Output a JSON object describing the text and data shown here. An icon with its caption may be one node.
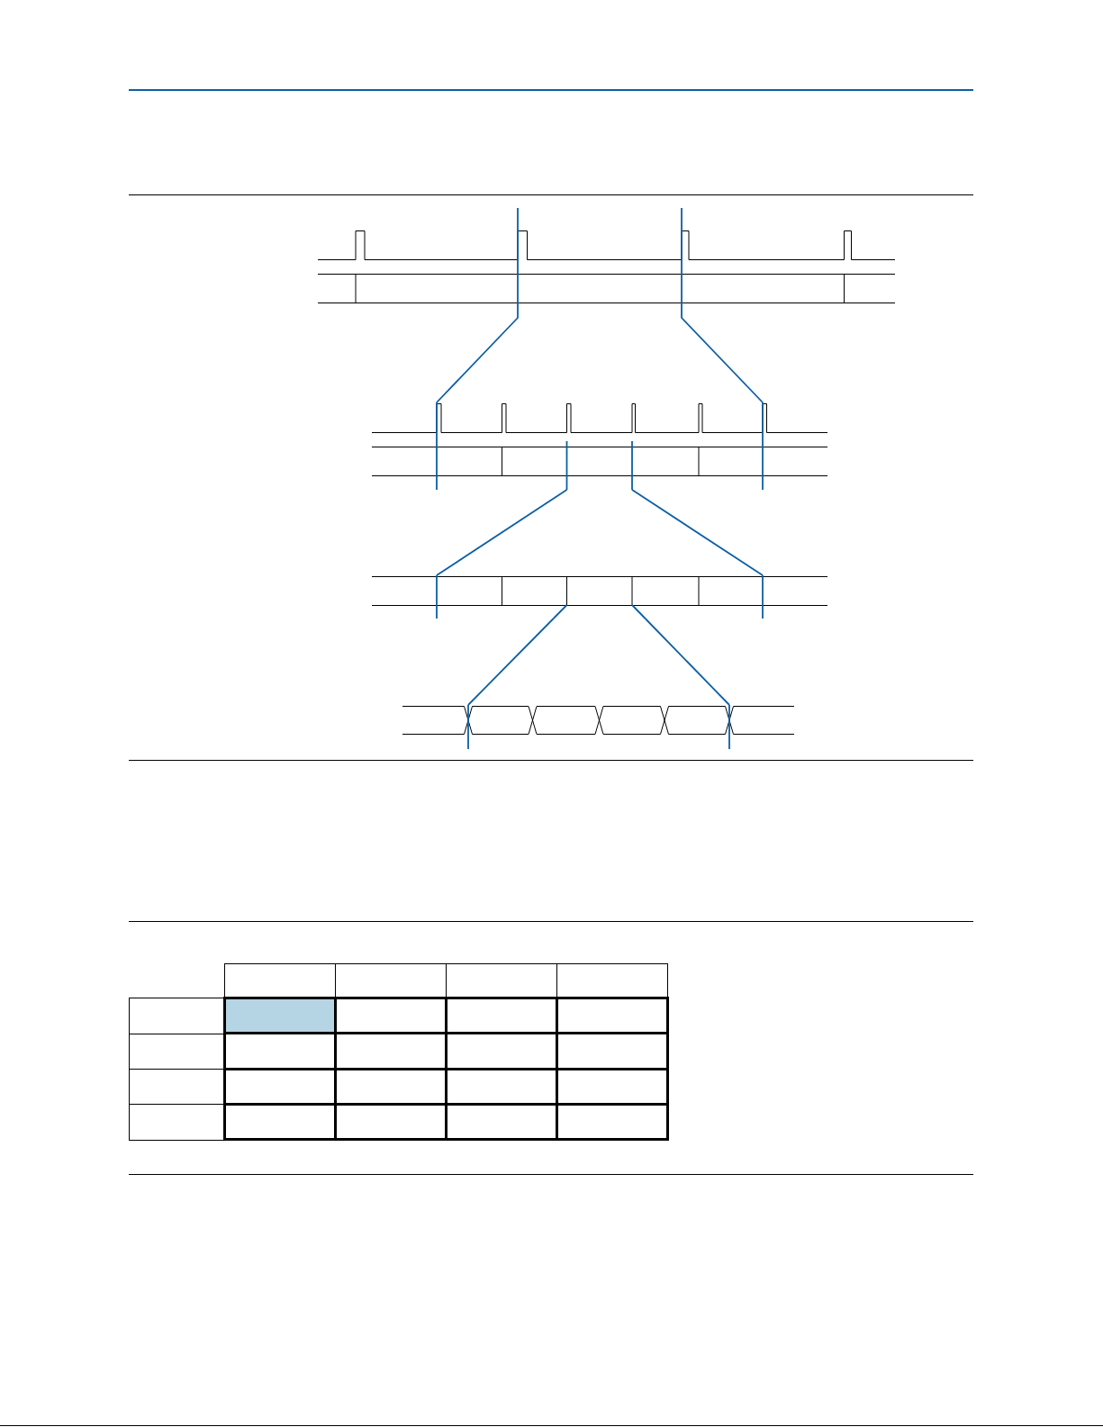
{
  "diagram": {
    "nodes": [
      {
        "text": [],
        "shape": "waveform"
      },
      {
        "text": [],
        "shape": "waveform"
      },
      {
        "text": [],
        "shape": "waveform"
      },
      {
        "text": [],
        "shape": "waveform"
      }
    ],
    "edges": [
      {
        "from": 0,
        "to": 1,
        "arrow": "none"
      },
      {
        "from": 0,
        "to": 1,
        "arrow": "none"
      },
      {
        "from": 1,
        "to": 2,
        "arrow": "none"
      },
      {
        "from": 1,
        "to": 2,
        "arrow": "none"
      },
      {
        "from": 2,
        "to": 3,
        "arrow": "none"
      },
      {
        "from": 2,
        "to": 3,
        "arrow": "none"
      }
    ]
  }
}
